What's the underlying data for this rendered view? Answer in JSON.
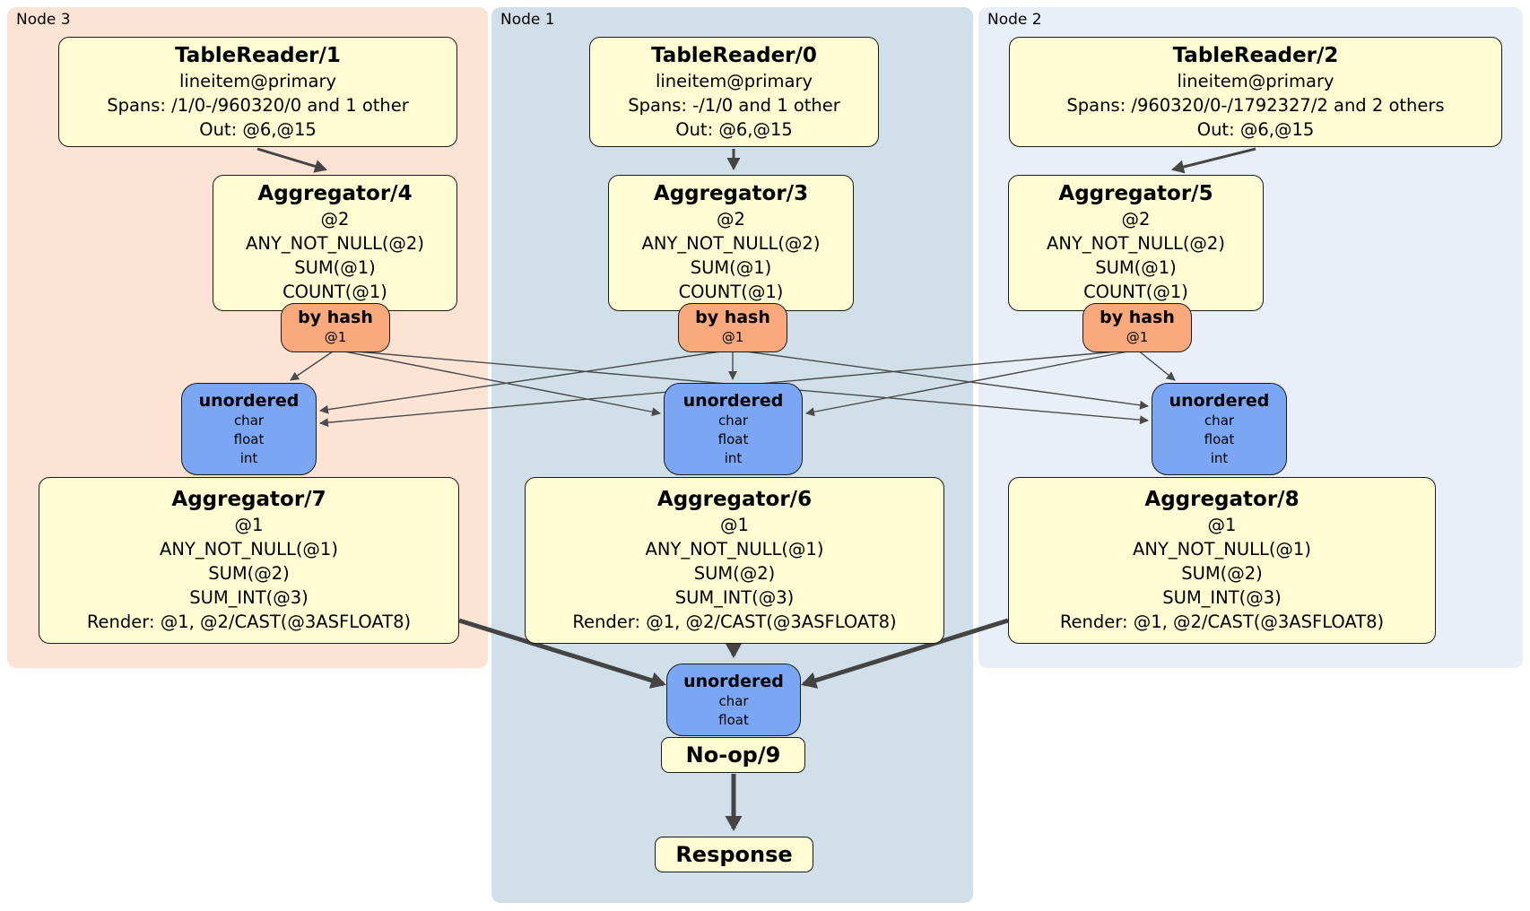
{
  "colors": {
    "node3_bg": "#fce3d4",
    "node1_bg": "#d0dfe8",
    "node2_bg": "#e9eff8",
    "processor_box_bg": "#fdfcd2",
    "router_bg": "#f9a97c",
    "sync_bg": "#7ba6f4",
    "edge": "#4a4a4a"
  },
  "node3": {
    "label": "Node 3",
    "table_reader": {
      "title": "TableReader/1",
      "lines": [
        "lineitem@primary",
        "Spans: /1/0-/960320/0 and 1 other",
        "Out: @6,@15"
      ]
    },
    "aggregator_top": {
      "title": "Aggregator/4",
      "lines": [
        "@2",
        "ANY_NOT_NULL(@2)",
        "SUM(@1)",
        "COUNT(@1)"
      ]
    },
    "router": {
      "title": "by hash",
      "subtitle": "@1"
    },
    "sync": {
      "title": "unordered",
      "lines": [
        "char",
        "float",
        "int"
      ]
    },
    "aggregator_bottom": {
      "title": "Aggregator/7",
      "lines": [
        "@1",
        "ANY_NOT_NULL(@1)",
        "SUM(@2)",
        "SUM_INT(@3)",
        "Render: @1, @2/CAST(@3ASFLOAT8)"
      ]
    }
  },
  "node1": {
    "label": "Node 1",
    "table_reader": {
      "title": "TableReader/0",
      "lines": [
        "lineitem@primary",
        "Spans: -/1/0 and 1 other",
        "Out: @6,@15"
      ]
    },
    "aggregator_top": {
      "title": "Aggregator/3",
      "lines": [
        "@2",
        "ANY_NOT_NULL(@2)",
        "SUM(@1)",
        "COUNT(@1)"
      ]
    },
    "router": {
      "title": "by hash",
      "subtitle": "@1"
    },
    "sync": {
      "title": "unordered",
      "lines": [
        "char",
        "float",
        "int"
      ]
    },
    "aggregator_bottom": {
      "title": "Aggregator/6",
      "lines": [
        "@1",
        "ANY_NOT_NULL(@1)",
        "SUM(@2)",
        "SUM_INT(@3)",
        "Render: @1, @2/CAST(@3ASFLOAT8)"
      ]
    },
    "final_sync": {
      "title": "unordered",
      "lines": [
        "char",
        "float"
      ]
    },
    "noop": {
      "title": "No-op/9"
    },
    "response": {
      "title": "Response"
    }
  },
  "node2": {
    "label": "Node 2",
    "table_reader": {
      "title": "TableReader/2",
      "lines": [
        "lineitem@primary",
        "Spans: /960320/0-/1792327/2 and 2 others",
        "Out: @6,@15"
      ]
    },
    "aggregator_top": {
      "title": "Aggregator/5",
      "lines": [
        "@2",
        "ANY_NOT_NULL(@2)",
        "SUM(@1)",
        "COUNT(@1)"
      ]
    },
    "router": {
      "title": "by hash",
      "subtitle": "@1"
    },
    "sync": {
      "title": "unordered",
      "lines": [
        "char",
        "float",
        "int"
      ]
    },
    "aggregator_bottom": {
      "title": "Aggregator/8",
      "lines": [
        "@1",
        "ANY_NOT_NULL(@1)",
        "SUM(@2)",
        "SUM_INT(@3)",
        "Render: @1, @2/CAST(@3ASFLOAT8)"
      ]
    }
  }
}
